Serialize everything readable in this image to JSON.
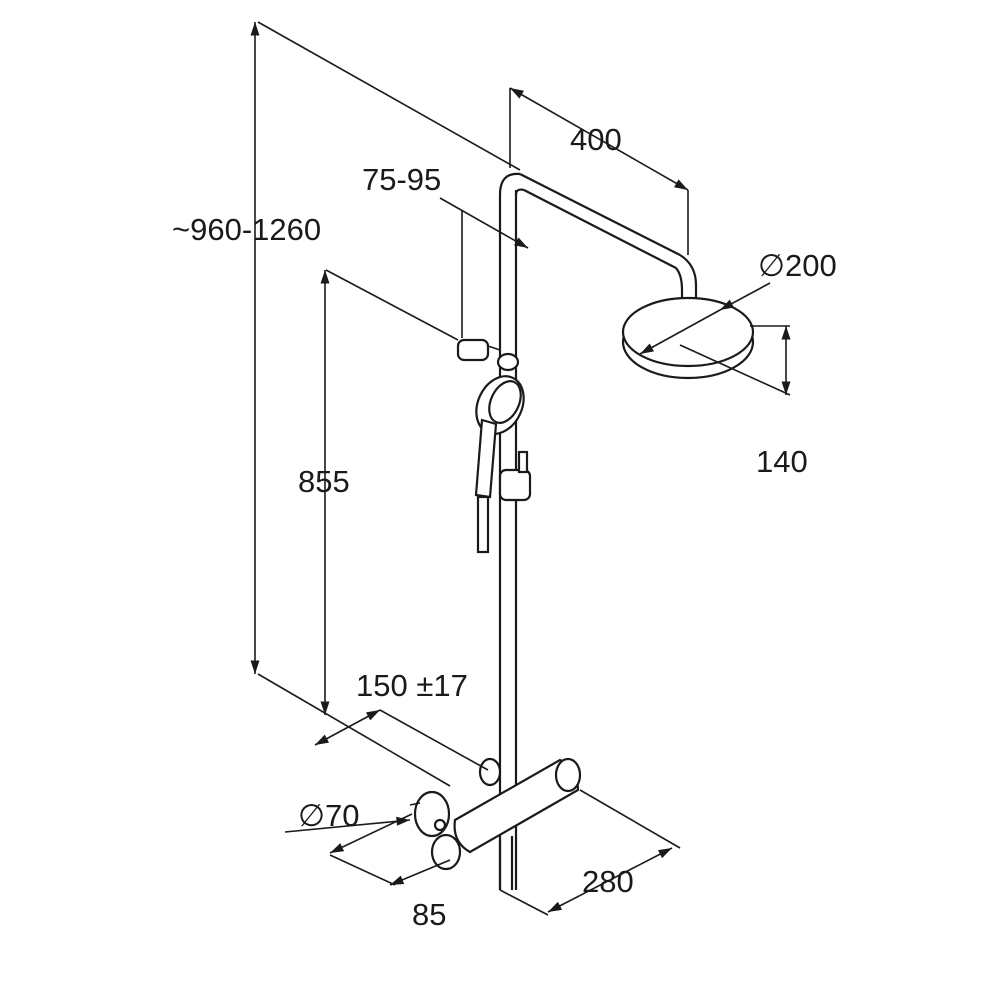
{
  "dimensions": {
    "total_height": "~960-1260",
    "arm_length": "400",
    "holder_range": "75-95",
    "head_diameter": "200",
    "head_height": "140",
    "holder_height": "855",
    "inlet_spacing": "150 ±17",
    "mixer_diameter": "70",
    "mixer_width": "280",
    "wall_offset": "85"
  },
  "diameter_symbol": "∅",
  "colors": {
    "line": "#1a1a1a",
    "background": "#ffffff"
  }
}
